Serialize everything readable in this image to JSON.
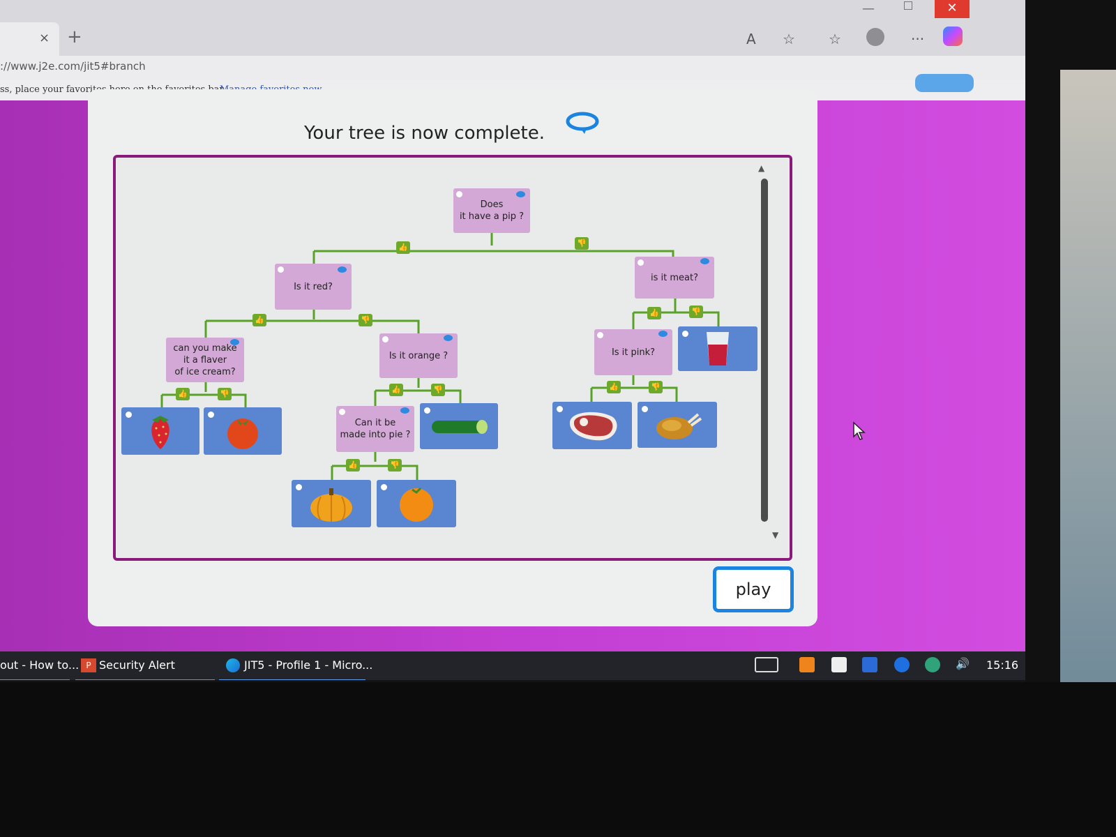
{
  "browser": {
    "new_tab_glyph": "+",
    "close_glyph": "×",
    "url": "://www.j2e.com/jit5#branch",
    "favorites_text": "ss, place your favorites here on the favorites bar.",
    "favorites_link": "Manage favorites now",
    "icons": [
      "read-aloud-icon",
      "favorite-star-icon",
      "favorites-list-icon",
      "profile-icon",
      "more-icon",
      "copilot-icon"
    ]
  },
  "panel": {
    "title": "Your tree is now complete.",
    "play_label": "play"
  },
  "tree": {
    "questions": {
      "root": "Does\nit have a pip ?",
      "red": "Is it red?",
      "meat": "is it meat?",
      "icecream": "can you make\nit a flaver\nof ice cream?",
      "orange": "Is it orange ?",
      "pink": "Is it pink?",
      "pie": "Can it be\nmade into pie ?"
    },
    "answers": [
      "strawberry",
      "tomato",
      "cucumber",
      "pumpkin",
      "orange",
      "steak",
      "roast-chicken",
      "juice"
    ],
    "branch_labels": {
      "yes": "yes-thumb",
      "no": "no-thumb"
    }
  },
  "taskbar": {
    "items": [
      {
        "label": "out - How to..."
      },
      {
        "label": "Security Alert"
      },
      {
        "label": "JIT5 - Profile 1 - Micro..."
      }
    ],
    "clock": "15:16"
  },
  "colors": {
    "page_bg": "#c23ed2",
    "question_box": "#d4a8d6",
    "answer_box": "#5a86d1",
    "branch_line": "#5aa12a",
    "frame_border": "#8a1b7a",
    "play_border": "#1a84e0"
  }
}
